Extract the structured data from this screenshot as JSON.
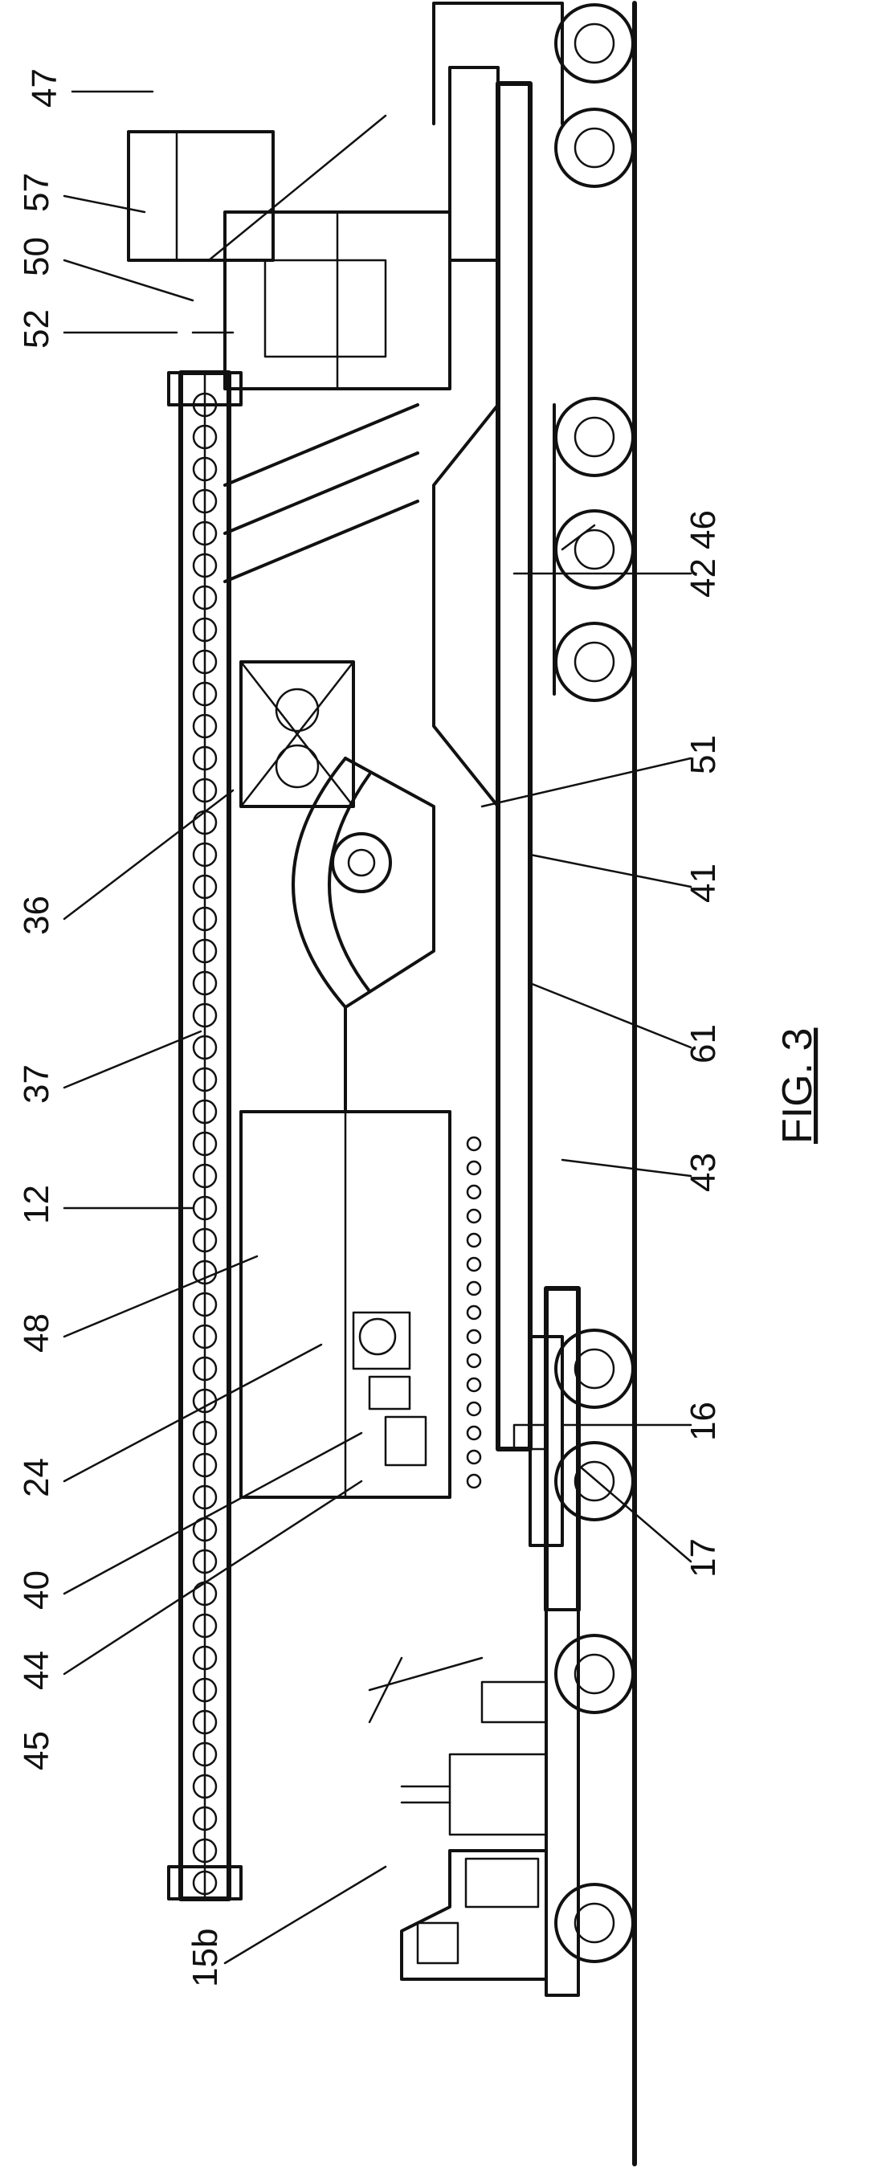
{
  "figure": {
    "caption": "FIG. 3",
    "reference_numerals": [
      "47",
      "57",
      "50",
      "52",
      "46",
      "42",
      "36",
      "51",
      "41",
      "37",
      "61",
      "12",
      "43",
      "48",
      "24",
      "40",
      "16",
      "44",
      "45",
      "17",
      "15b"
    ]
  },
  "colors": {
    "ink": "#111111",
    "paper": "#ffffff"
  }
}
